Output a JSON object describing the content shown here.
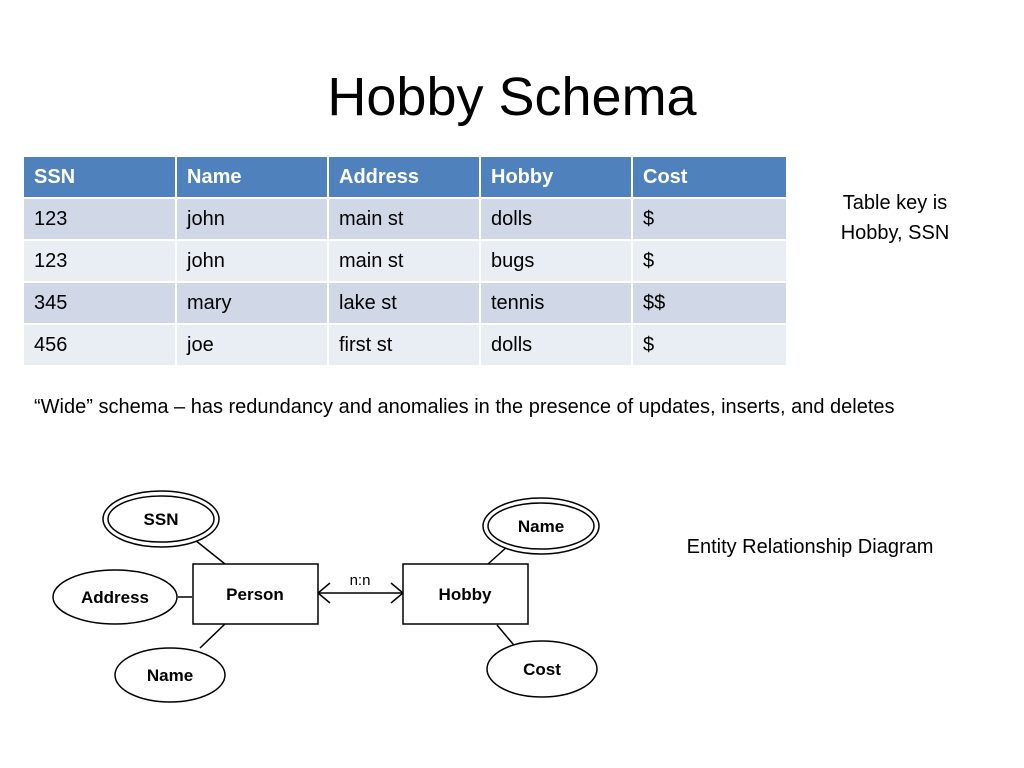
{
  "slide": {
    "title": "Hobby Schema"
  },
  "table": {
    "headers": [
      "SSN",
      "Name",
      "Address",
      "Hobby",
      "Cost"
    ],
    "rows": [
      [
        "123",
        "john",
        "main st",
        "dolls",
        "$"
      ],
      [
        "123",
        "john",
        "main st",
        "bugs",
        "$"
      ],
      [
        "345",
        "mary",
        "lake st",
        "tennis",
        "$$"
      ],
      [
        "456",
        "joe",
        "first st",
        "dolls",
        "$"
      ]
    ]
  },
  "notes": {
    "table_key_line1": "Table key is",
    "table_key_line2": "Hobby, SSN",
    "wide_schema": "“Wide” schema – has redundancy and anomalies in the presence of updates, inserts, and deletes",
    "er_caption": "Entity Relationship Diagram"
  },
  "diagram": {
    "entities": {
      "person": "Person",
      "hobby": "Hobby"
    },
    "relationship": "n:n",
    "person_attributes": {
      "ssn": "SSN",
      "address": "Address",
      "name": "Name"
    },
    "hobby_attributes": {
      "name": "Name",
      "cost": "Cost"
    }
  },
  "colors": {
    "table_header": "#4f81bd",
    "table_row_odd": "#d0d8e8",
    "table_row_even": "#e9edf4"
  }
}
